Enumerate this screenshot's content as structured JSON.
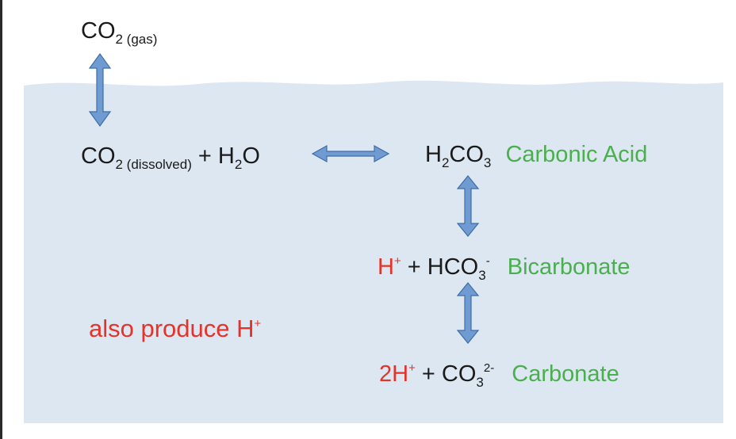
{
  "colors": {
    "water": "#dde7f2",
    "arrow_fill": "#6f9bd2",
    "arrow_stroke": "#3f6da6",
    "name_text": "#4bae4f",
    "proton_text": "#e5332a"
  },
  "gas": {
    "base": "CO",
    "sub": "2 (gas)"
  },
  "dissolved": {
    "base": "CO",
    "sub": "2 (dissolved)",
    "plus": " + H",
    "h2o_sub": "2",
    "o": "O"
  },
  "carbonic": {
    "h": "H",
    "h_sub": "2",
    "co": "CO",
    "co_sub": "3",
    "name": "Carbonic Acid"
  },
  "bicarbonate": {
    "h": "H",
    "h_sup": "+",
    "plus": " + HCO",
    "sub": "3",
    "sup": "-",
    "name": "Bicarbonate"
  },
  "carbonate": {
    "h": "2H",
    "h_sup": "+",
    "plus": " + CO",
    "sub": "3",
    "sup": "2-",
    "name": "Carbonate"
  },
  "note": {
    "text": "also produce H",
    "sup": "+"
  }
}
